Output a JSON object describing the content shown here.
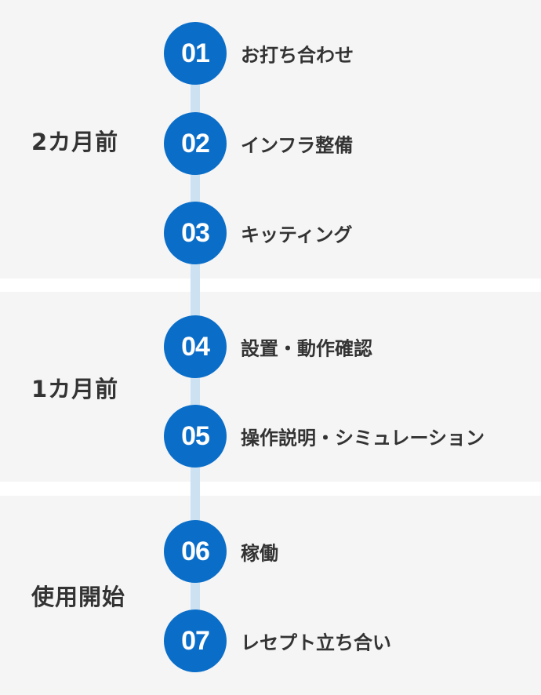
{
  "colors": {
    "band_background": "#f5f5f5",
    "page_background": "#ffffff",
    "circle": "#0a6ec9",
    "timeline_line": "#cce2f2",
    "text": "#333333"
  },
  "phases": [
    {
      "label": "2カ月前",
      "steps": [
        {
          "number": "01",
          "label": "お打ち合わせ"
        },
        {
          "number": "02",
          "label": "インフラ整備"
        },
        {
          "number": "03",
          "label": "キッティング"
        }
      ]
    },
    {
      "label": "1カ月前",
      "steps": [
        {
          "number": "04",
          "label": "設置・動作確認"
        },
        {
          "number": "05",
          "label": "操作説明・シミュレーション"
        }
      ]
    },
    {
      "label": "使用開始",
      "steps": [
        {
          "number": "06",
          "label": "稼働"
        },
        {
          "number": "07",
          "label": "レセプト立ち合い"
        }
      ]
    }
  ]
}
